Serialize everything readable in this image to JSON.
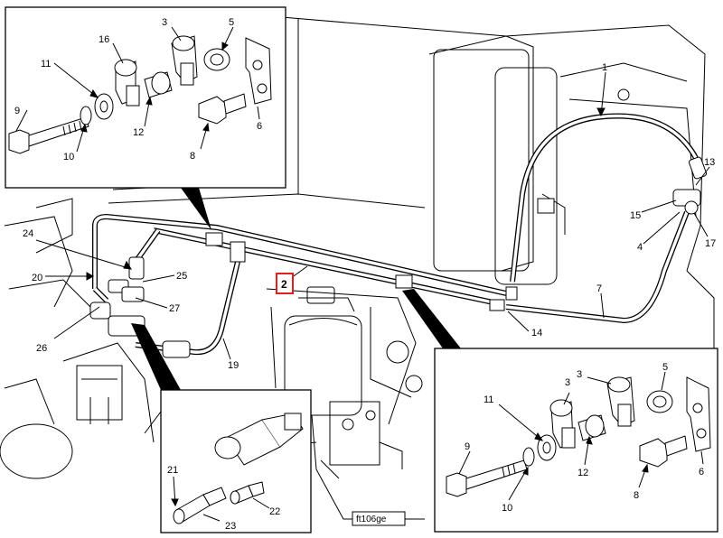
{
  "figure_code": "ft106ge",
  "highlighted_callout": "2",
  "callouts": {
    "c1": "1",
    "c2": "2",
    "c4": "4",
    "c7": "7",
    "c13": "13",
    "c14": "14",
    "c15": "15",
    "c17": "17",
    "c19": "19",
    "c20": "20",
    "c24": "24",
    "c25": "25",
    "c26": "26",
    "c27": "27"
  },
  "inset_top_left": {
    "c3": "3",
    "c5": "5",
    "c6": "6",
    "c8": "8",
    "c9": "9",
    "c10": "10",
    "c11": "11",
    "c12": "12",
    "c16": "16"
  },
  "inset_bottom_right": {
    "c3a": "3",
    "c3b": "3",
    "c5": "5",
    "c6": "6",
    "c8": "8",
    "c9": "9",
    "c10": "10",
    "c11": "11",
    "c12": "12"
  },
  "inset_bottom_left": {
    "c21": "21",
    "c22": "22",
    "c23": "23"
  },
  "colors": {
    "line": "#000000",
    "highlight": "#e0201c",
    "background": "#ffffff"
  }
}
